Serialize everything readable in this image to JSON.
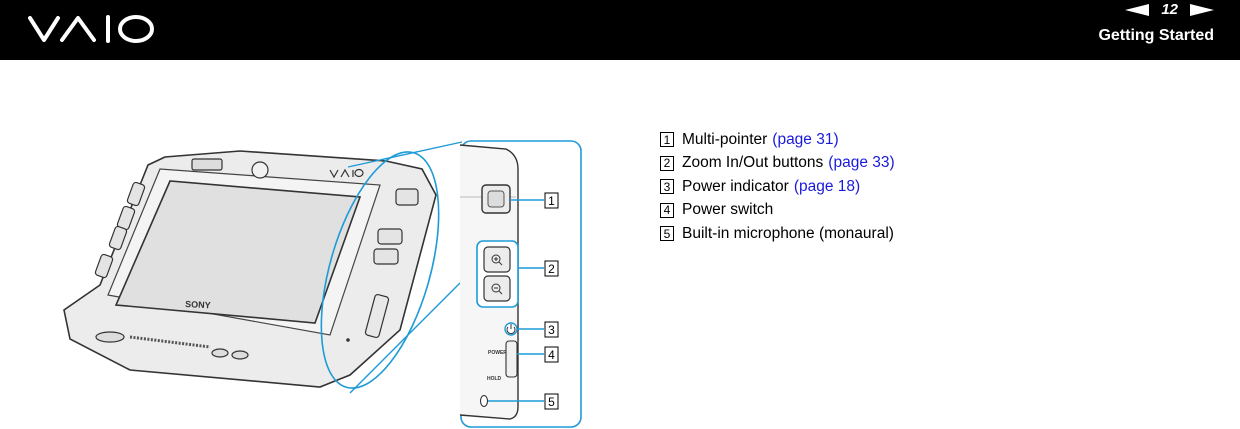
{
  "header": {
    "logo_text": "VAIO",
    "page_number": "12",
    "section": "Getting Started",
    "colors": {
      "bar": "#000000",
      "text": "#ffffff",
      "link": "#1a1adb"
    },
    "prev_icon": "triangle-left-icon",
    "next_icon": "triangle-right-icon"
  },
  "figure": {
    "callouts": [
      "1",
      "2",
      "3",
      "4",
      "5"
    ],
    "device_labels": {
      "power": "POWER",
      "hold": "HOLD",
      "brand": "SONY"
    }
  },
  "legend": [
    {
      "num": "1",
      "text": "Multi-pointer",
      "link": "(page 31)"
    },
    {
      "num": "2",
      "text": "Zoom In/Out buttons",
      "link": "(page 33)"
    },
    {
      "num": "3",
      "text": "Power indicator",
      "link": "(page 18)"
    },
    {
      "num": "4",
      "text": "Power switch",
      "link": ""
    },
    {
      "num": "5",
      "text": "Built-in microphone (monaural)",
      "link": ""
    }
  ]
}
